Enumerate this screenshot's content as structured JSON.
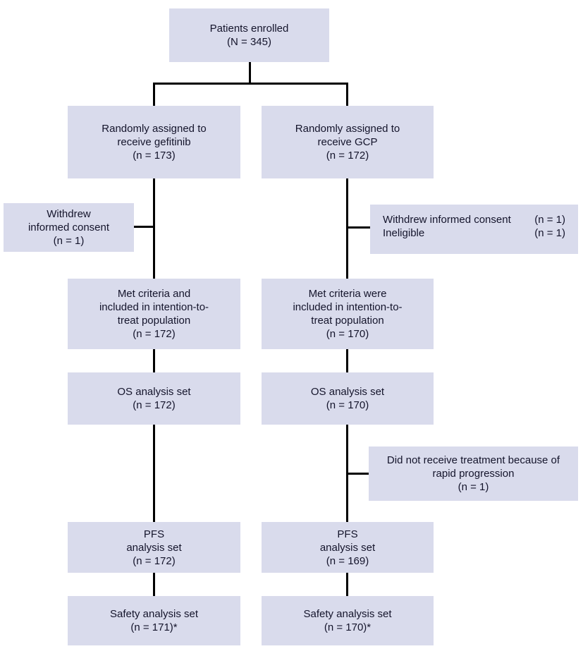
{
  "diagram": {
    "type": "consort-flow",
    "description": "Patient enrollment and analysis-set flow diagram for a randomized trial of gefitinib vs GCP"
  },
  "colors": {
    "box_fill": "#d9dbec",
    "text": "#14142b",
    "line": "#000000",
    "background": "#ffffff"
  },
  "boxes": {
    "enrolled": {
      "lines": [
        "Patients enrolled",
        "(N = 345)"
      ]
    },
    "randomized_gefitinib": {
      "lines": [
        "Randomly assigned to",
        "receive gefitinib",
        "(n = 173)"
      ]
    },
    "randomized_gcp": {
      "lines": [
        "Randomly assigned to",
        "receive GCP",
        "(n = 172)"
      ]
    },
    "withdrew_gefitinib": {
      "lines": [
        "Withdrew",
        "informed consent",
        "(n = 1)"
      ]
    },
    "withdrew_gcp": {
      "rows": [
        {
          "label": "Withdrew informed consent",
          "value": "(n = 1)"
        },
        {
          "label": "Ineligible",
          "value": "(n = 1)"
        }
      ]
    },
    "itt_gefitinib": {
      "lines": [
        "Met criteria and",
        "included in intention-to-",
        "treat population",
        "(n = 172)"
      ]
    },
    "itt_gcp": {
      "lines": [
        "Met criteria were",
        "included in intention-to-",
        "treat population",
        "(n = 170)"
      ]
    },
    "os_gefitinib": {
      "lines": [
        "OS analysis set",
        "(n = 172)"
      ]
    },
    "os_gcp": {
      "lines": [
        "OS analysis set",
        "(n = 170)"
      ]
    },
    "no_treatment_gcp": {
      "lines": [
        "Did not receive treatment because of",
        "rapid progression",
        "(n = 1)"
      ]
    },
    "pfs_gefitinib": {
      "lines": [
        "PFS",
        "analysis set",
        "(n = 172)"
      ]
    },
    "pfs_gcp": {
      "lines": [
        "PFS",
        "analysis set",
        "(n = 169)"
      ]
    },
    "safety_gefitinib": {
      "lines": [
        "Safety analysis set",
        "(n = 171)*"
      ]
    },
    "safety_gcp": {
      "lines": [
        "Safety analysis set",
        "(n = 170)*"
      ]
    }
  }
}
